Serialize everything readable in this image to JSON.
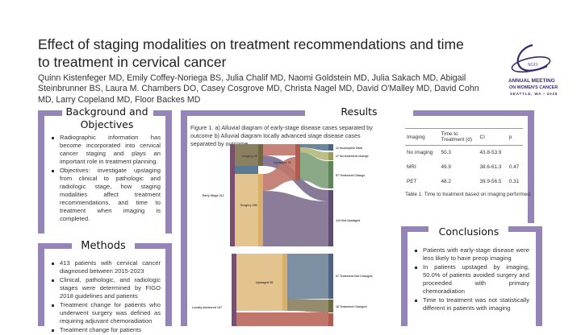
{
  "poster": {
    "title": "Effect of staging modalities on treatment recommendations and time to treatment in cervical cancer",
    "authors": "Quinn Kistenfeger MD, Emily Coffey-Noriega BS, Julia Chalif MD, Naomi Goldstein MD, Julia Sakach MD, Abigail Steinbrunner BS, Laura M. Chambers DO, Casey Cosgrove MD, Christa Nagel MD, David O'Malley MD, David Cohn MD, Larry Copeland MD, Floor Backes MD"
  },
  "logo": {
    "mark": "SGO",
    "line1": "ANNUAL MEETING",
    "line2": "ON WOMEN'S CANCER",
    "line3": "SEATTLE, WA • 2025"
  },
  "background": {
    "heading": "Background and Objectives",
    "bullets": [
      "Radiographic information has become incorporated into cervical cancer staging and plays an important role in treatment planning.",
      "Objectives: investigate upstaging from clinical to pathologic and radiologic stage, how staging modalities affect treatment recommendations, and time to treatment when imaging is completed."
    ]
  },
  "methods": {
    "heading": "Methods",
    "bullets": [
      "413 patients with cervical cancer diagnosed between 2015-2023",
      "Clinical, pathologic, and radiologic stages were determined by FIGO 2018 guidelines and patients",
      "Treatment change for patients who underwent surgery was defined as requiring adjuvant chemoradiation",
      "Treatment change for patients"
    ]
  },
  "results": {
    "heading": "Results",
    "figure_caption": "Figure 1. a) Alluvial diagram of early-stage disease cases separated by outcome b) Alluvial diagram locally advanced stage disease cases separated by outcome",
    "diagram_a": {
      "source": "Early Stage 211",
      "imaging": "Imaging 46",
      "surgery": "Surgery 150",
      "upstaged": "Upstaged 78",
      "outcomes": [
        "12 Incomplete Data",
        "17 No treatment change",
        "57 Treatment Change",
        "124 Not Upstaged"
      ]
    },
    "diagram_b": {
      "source": "Locally advanced 137",
      "upstaged": "Upstaged 85",
      "outcomes": [
        "67 Treatment Not Changed",
        "18 Treatment Changed"
      ]
    },
    "table": {
      "headers": [
        "Imaging",
        "Time to Treatment (d)",
        "CI",
        "p"
      ],
      "rows": [
        [
          "No imaging",
          "50.3",
          "43.8-53.9",
          ""
        ],
        [
          "MRI",
          "49.9",
          "38.6-61.3",
          "0.47"
        ],
        [
          "PET",
          "48.2",
          "39.9-56.5",
          "0.31"
        ]
      ],
      "caption": "Table 1. Time to treatment based on imaging performed."
    }
  },
  "conclusions": {
    "heading": "Conclusions",
    "bullets": [
      "Patients with early-stage disease were less likely to have preop imaging",
      "In patients upstaged by imaging, 50.0% of patients avoided surgery and proceeded with primary chemoradiation",
      "Time to treatment was not statistically different in patients with imaging"
    ]
  },
  "colors": {
    "frame": "#9484b8",
    "logo": "#3b2a6e"
  }
}
